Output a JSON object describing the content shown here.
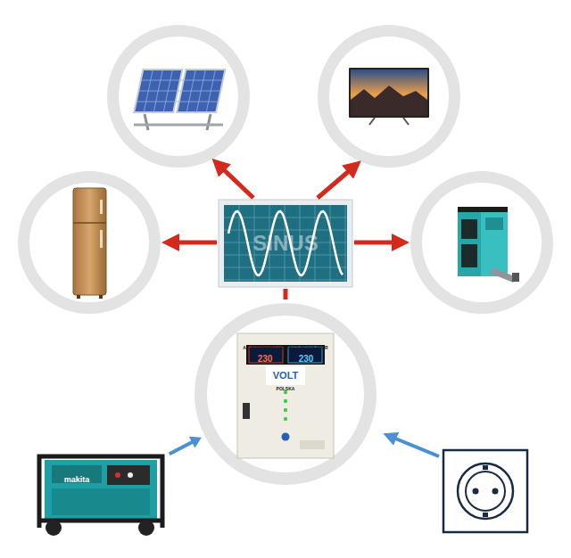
{
  "diagram": {
    "nodes": [
      {
        "text": [
          "SINUS"
        ]
      },
      {
        "text": [
          "AC AUTOMATIC VOLTAGE REGULATOR",
          "230",
          "230",
          "VOLT",
          "POLSKA"
        ]
      },
      {
        "text": [
          "makita"
        ]
      }
    ],
    "edges": [
      {
        "from": 0,
        "to": 1,
        "arrow": "none"
      },
      {
        "from": 2,
        "to": 1,
        "arrow": "to"
      }
    ]
  }
}
